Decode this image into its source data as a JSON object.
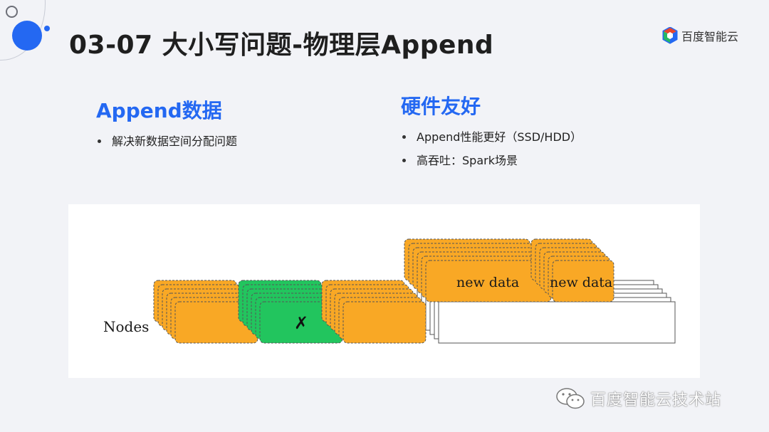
{
  "slide": {
    "title": "03-07 大小写问题-物理层Append",
    "logo_text": "百度智能云"
  },
  "left_column": {
    "heading": "Append数据",
    "bullets": [
      "解决新数据空间分配问题"
    ]
  },
  "right_column": {
    "heading": "硬件友好",
    "bullets": [
      "Append性能更好（SSD/HDD）",
      "高吞吐：Spark场景"
    ]
  },
  "diagram": {
    "nodes_label": "Nodes",
    "new_data_label_1": "new data",
    "new_data_label_2": "new data",
    "failed_mark": "✗"
  },
  "watermark": {
    "text": "百度智能云技术站"
  },
  "colors": {
    "accent_blue": "#2468f2",
    "block_orange": "#f9a825",
    "block_green": "#22c55e",
    "title_text": "#1f1f1f"
  }
}
